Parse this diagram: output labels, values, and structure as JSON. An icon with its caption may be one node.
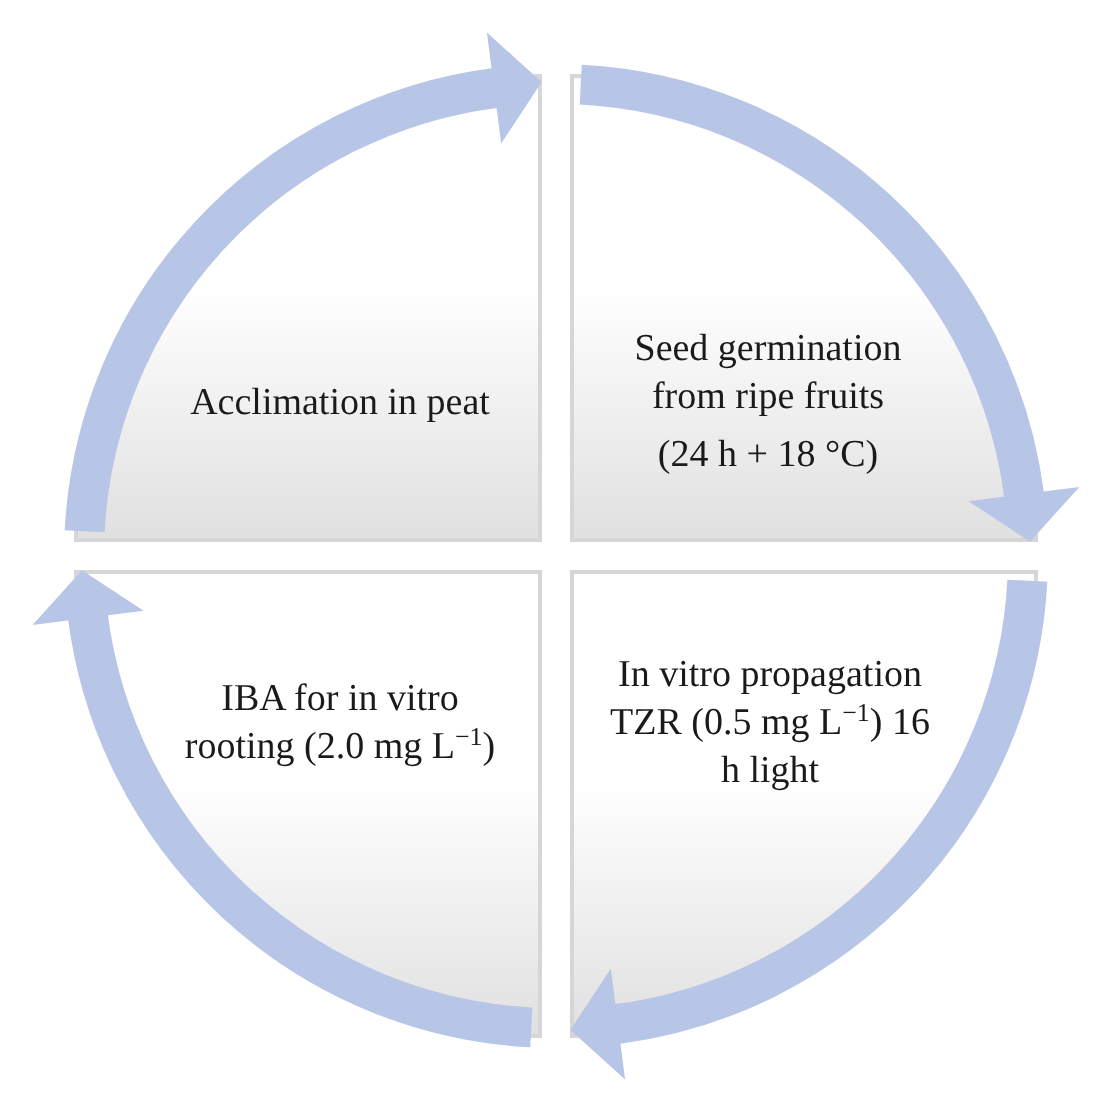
{
  "diagram": {
    "nodes": [
      {
        "text": [
          "Acclimation in peat"
        ]
      },
      {
        "text": [
          "Seed germination from ripe fruits",
          "(24 h + 18 °C)"
        ]
      },
      {
        "text": [
          "IBA for in vitro rooting (2.0 mg L$^{−1}$)"
        ]
      },
      {
        "text": [
          "In vitro propagation TZR (0.5 mg L$^{−1}$) 16 h light"
        ]
      }
    ],
    "edges": [
      {
        "from": 0,
        "to": 1,
        "arrow": "to"
      },
      {
        "from": 1,
        "to": 3,
        "arrow": "to"
      },
      {
        "from": 3,
        "to": 2,
        "arrow": "to"
      },
      {
        "from": 2,
        "to": 0,
        "arrow": "to"
      }
    ]
  }
}
